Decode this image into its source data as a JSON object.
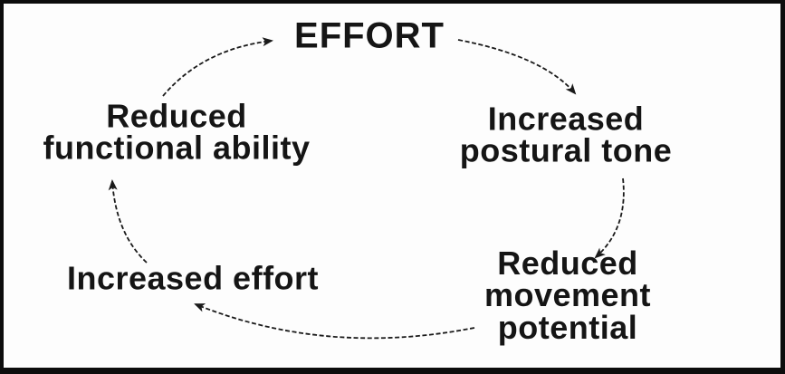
{
  "diagram": {
    "type": "cycle",
    "colors": {
      "background": "#fdfdfd",
      "border": "#0d0d0d",
      "text": "#151515",
      "arrow": "#1a1a1a"
    },
    "nodes": {
      "effort": {
        "label": "EFFORT"
      },
      "postural_tone": {
        "label": "Increased\npostural tone"
      },
      "movement_potential": {
        "label": "Reduced movement\npotential"
      },
      "increased_effort": {
        "label": "Increased effort"
      },
      "functional_ability": {
        "label": "Reduced\nfunctional ability"
      }
    },
    "edges": [
      {
        "from": "effort",
        "to": "postural_tone"
      },
      {
        "from": "postural_tone",
        "to": "movement_potential"
      },
      {
        "from": "movement_potential",
        "to": "increased_effort"
      },
      {
        "from": "increased_effort",
        "to": "functional_ability"
      },
      {
        "from": "functional_ability",
        "to": "effort"
      }
    ]
  }
}
